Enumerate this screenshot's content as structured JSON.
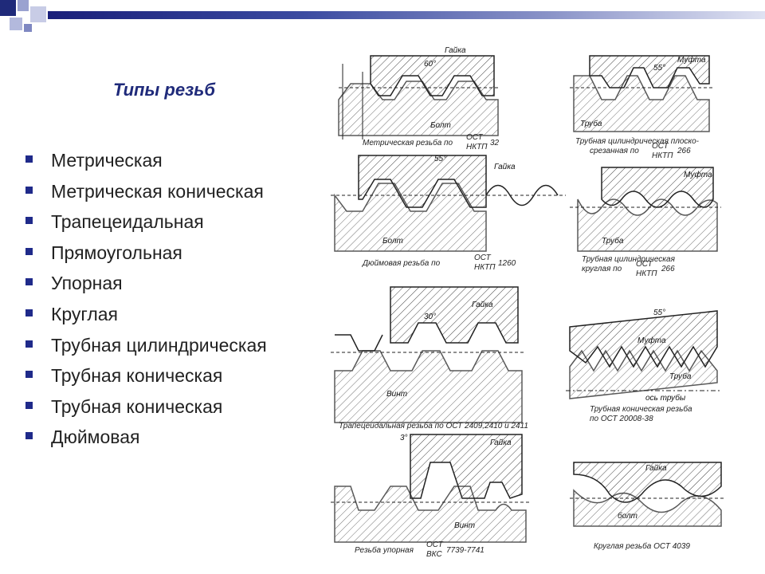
{
  "slide": {
    "title": "Типы резьб",
    "items": [
      "Метрическая",
      "Метрическая коническая",
      "Трапецеидальная",
      "Прямоугольная",
      "Упорная",
      "Круглая",
      "Трубная цилиндрическая",
      "Трубная коническая",
      "Трубная коническая",
      "Дюймовая"
    ]
  },
  "figures": {
    "fig1": {
      "label_nut": "Гайка",
      "label_bolt": "Болт",
      "angle": "60°",
      "caption_a": "Метрическая резьба по",
      "caption_std": "ОСТ",
      "caption_org": "НКТП",
      "caption_num": "32"
    },
    "fig2": {
      "label_nut": "Гайка",
      "label_bolt": "Болт",
      "angle": "55°",
      "caption_a": "Дюймовая резьба по",
      "caption_std": "ОСТ",
      "caption_org": "НКТП",
      "caption_num": "1260"
    },
    "fig3": {
      "label_nut": "Гайка",
      "label_screw": "Винт",
      "angle": "30°",
      "caption": "Трапецеидальная резьба по ОСТ 2409,2410 и 2411"
    },
    "fig4": {
      "label_nut": "Гайка",
      "label_screw": "Винт",
      "angle": "3°",
      "caption_a": "Резьба упорная",
      "caption_std": "ОСТ",
      "caption_org": "ВКС",
      "caption_num": "7739-7741"
    },
    "fig5": {
      "label_coupling": "Муфта",
      "label_pipe": "Труба",
      "angle": "55°",
      "caption_a": "Трубная цилиндрическая плоско-",
      "caption_b": "срезанная по",
      "caption_std": "ОСТ",
      "caption_org": "НКТП",
      "caption_num": "266"
    },
    "fig6": {
      "label_coupling": "Муфта",
      "label_pipe": "Труба",
      "caption_a": "Трубная цилиндрическая",
      "caption_b": "круглая по",
      "caption_std": "ОСТ",
      "caption_org": "НКТП",
      "caption_num": "266"
    },
    "fig7": {
      "label_coupling": "Муфта",
      "label_pipe": "Труба",
      "label_axis": "ось трубы",
      "angle": "55°",
      "caption_a": "Трубная коническая резьба",
      "caption_b": "по ОСТ 20008-38"
    },
    "fig8": {
      "label_nut": "Гайка",
      "label_bolt": "болт",
      "caption": "Круглая резьба ОСТ 4039"
    }
  }
}
